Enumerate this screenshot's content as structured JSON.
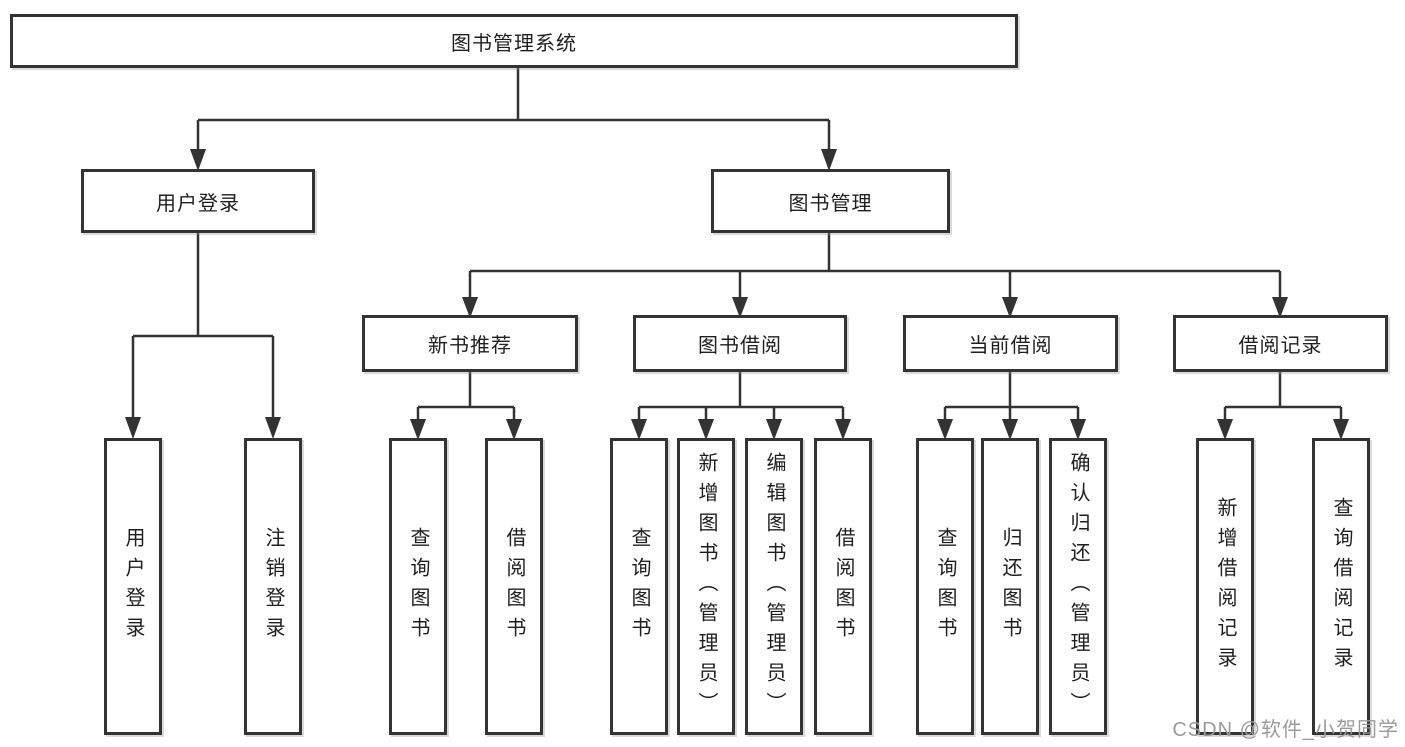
{
  "root": {
    "label": "图书管理系统",
    "children": [
      {
        "label": "用户登录",
        "children": [
          {
            "label": "用户登录"
          },
          {
            "label": "注销登录"
          }
        ]
      },
      {
        "label": "图书管理",
        "children": [
          {
            "label": "新书推荐",
            "children": [
              {
                "label": "查询图书"
              },
              {
                "label": "借阅图书"
              }
            ]
          },
          {
            "label": "图书借阅",
            "children": [
              {
                "label": "查询图书"
              },
              {
                "label": "新增图书（管理员）"
              },
              {
                "label": "编辑图书（管理员）"
              },
              {
                "label": "借阅图书"
              }
            ]
          },
          {
            "label": "当前借阅",
            "children": [
              {
                "label": "查询图书"
              },
              {
                "label": "归还图书"
              },
              {
                "label": "确认归还（管理员）"
              }
            ]
          },
          {
            "label": "借阅记录",
            "children": [
              {
                "label": "新增借阅记录"
              },
              {
                "label": "查询借阅记录"
              }
            ]
          }
        ]
      }
    ]
  },
  "watermark": {
    "text": "CSDN @软件_小贺同学"
  },
  "colors": {
    "line": "#333333",
    "text": "#1f1f1f",
    "background": "#ffffff",
    "watermark": "#9b9b9b"
  }
}
